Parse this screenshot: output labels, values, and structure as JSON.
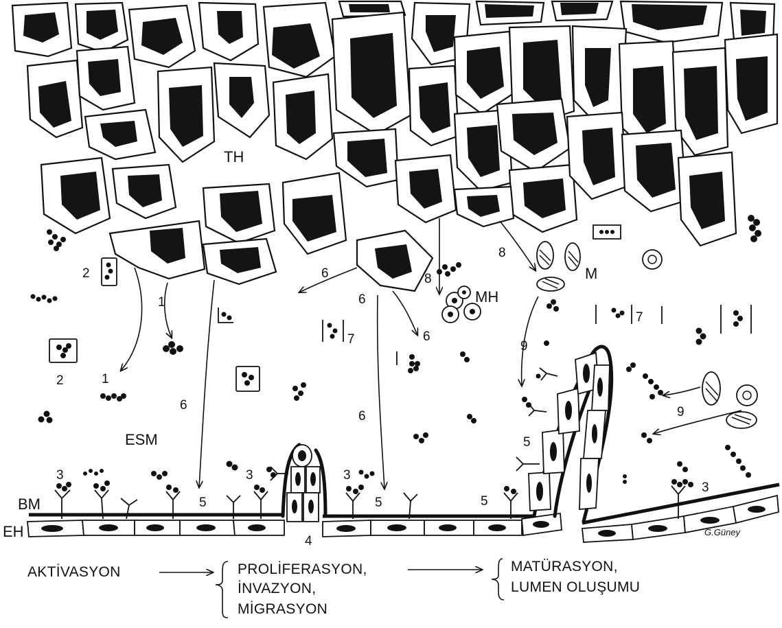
{
  "figure": {
    "labels": {
      "th": "TH",
      "esm": "ESM",
      "bm": "BM",
      "eh": "EH",
      "mh": "MH",
      "m": "M"
    },
    "numbers": {
      "n1a": "1",
      "n1b": "1",
      "n2a": "2",
      "n2b": "2",
      "n3a": "3",
      "n3b": "3",
      "n3c": "3",
      "n3d": "3",
      "n4": "4",
      "n5a": "5",
      "n5b": "5",
      "n5c": "5",
      "n5d": "5",
      "n6a": "6",
      "n6b": "6",
      "n6c": "6",
      "n6d": "6",
      "n6e": "6",
      "n7a": "7",
      "n7b": "7",
      "n8a": "8",
      "n8b": "8",
      "n9a": "9",
      "n9b": "9"
    },
    "caption": {
      "step1": "AKTİVASYON",
      "step2_line1": "PROLİFERASYON,",
      "step2_line2": "İNVAZYON,",
      "step2_line3": "MİGRASYON",
      "step3_line1": "MATÜRASYON,",
      "step3_line2": "LUMEN OLUŞUMU"
    },
    "signature": "G.Güney"
  }
}
